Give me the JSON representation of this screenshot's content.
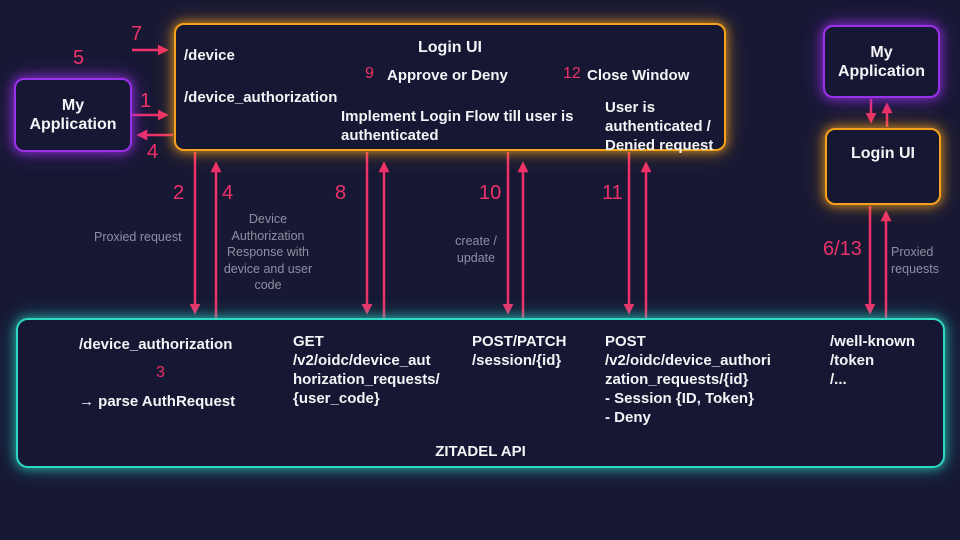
{
  "colors": {
    "background": "#171834",
    "arrow_pink": "#ee3169",
    "border_purple": "#9a30e8",
    "border_orange": "#f6a11c",
    "border_teal": "#2cd9c5",
    "text_white": "#f4f4f7",
    "text_gray": "#8e8fa1"
  },
  "boxes": {
    "left_app": {
      "label": "My\nApplication"
    },
    "login_ui": {
      "title": "Login UI",
      "device_endpoint": "/device",
      "device_auth_endpoint": "/device_authorization",
      "step9_num": "9",
      "step9_label": "Approve or Deny",
      "step12_num": "12",
      "step12_label": "Close Window",
      "login_flow": "Implement Login Flow till user is\nauthenticated",
      "user_state": "User is\nauthenticated /\nDenied request"
    },
    "right_app": {
      "label": "My\nApplication"
    },
    "right_login_ui": {
      "label": "Login UI"
    },
    "zitadel": {
      "title": "ZITADEL API",
      "device_auth_endpoint": "/device_authorization",
      "step3_num": "3",
      "parse_action": "→ parse AuthRequest",
      "get_request": "GET\n/v2/oidc/device_aut\nhorization_requests/\n{user_code}",
      "session_request": "POST/PATCH\n/session/{id}",
      "post_request": "POST\n/v2/oidc/device_authori\nzation_requests/{id}\n-   Session {ID, Token}\n-   Deny",
      "wellknown": "/well-known\n/token\n/..."
    }
  },
  "steps": {
    "s1": "1",
    "s2": "2",
    "s4_return": "4",
    "s4_up": "4",
    "s5": "5",
    "s6_13": "6/13",
    "s7": "7",
    "s8": "8",
    "s10": "10",
    "s11": "11"
  },
  "annotations": {
    "proxied_request": "Proxied request",
    "device_auth_response": "Device\nAuthorization\nResponse with\ndevice and user\ncode",
    "create_update": "create /\nupdate",
    "proxied_requests": "Proxied\nrequests"
  }
}
